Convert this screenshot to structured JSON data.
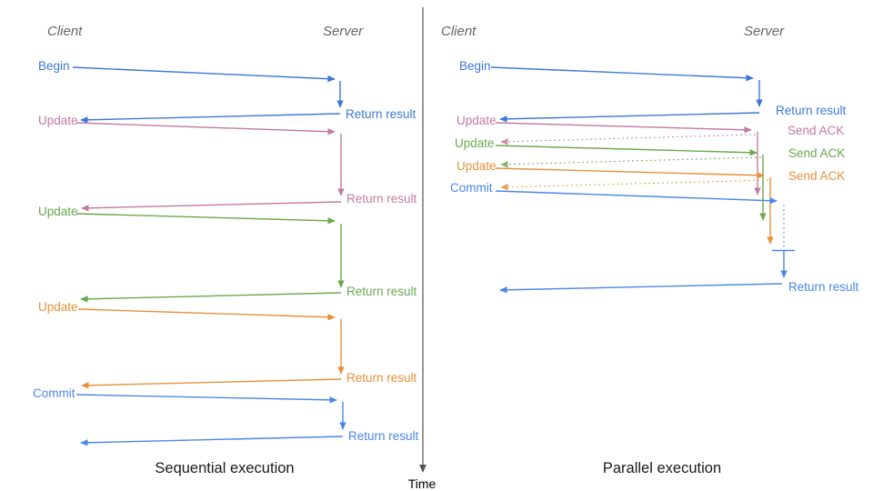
{
  "left": {
    "caption": "Sequential execution",
    "client_header": "Client",
    "server_header": "Server",
    "rows": [
      {
        "request": "Begin",
        "response": "Return result",
        "color": "#3c78d8",
        "response_style": "solid"
      },
      {
        "request": "Update",
        "response": "Return result",
        "color": "#c27ba0",
        "response_style": "solid"
      },
      {
        "request": "Update",
        "response": "Return result",
        "color": "#6aa84f",
        "response_style": "solid"
      },
      {
        "request": "Update",
        "response": "Return result",
        "color": "#e69138",
        "response_style": "solid"
      },
      {
        "request": "Commit",
        "response": "Return result",
        "color": "#4a86e8",
        "response_style": "solid"
      }
    ]
  },
  "right": {
    "caption": "Parallel execution",
    "client_header": "Client",
    "server_header": "Server",
    "rows": [
      {
        "request": "Begin",
        "response": "Return result",
        "color": "#3c78d8",
        "response_style": "solid"
      },
      {
        "request": "Update",
        "response": "Send ACK",
        "color": "#c27ba0",
        "response_style": "dotted"
      },
      {
        "request": "Update",
        "response": "Send ACK",
        "color": "#6aa84f",
        "response_style": "dotted"
      },
      {
        "request": "Update",
        "response": "Send ACK",
        "color": "#e69138",
        "response_style": "dotted"
      },
      {
        "request": "Commit",
        "response": "Return result",
        "color": "#4a86e8",
        "response_style": "solid"
      }
    ]
  },
  "timeline": {
    "label": "Time",
    "color": "#555555"
  },
  "header_color": "#666666"
}
